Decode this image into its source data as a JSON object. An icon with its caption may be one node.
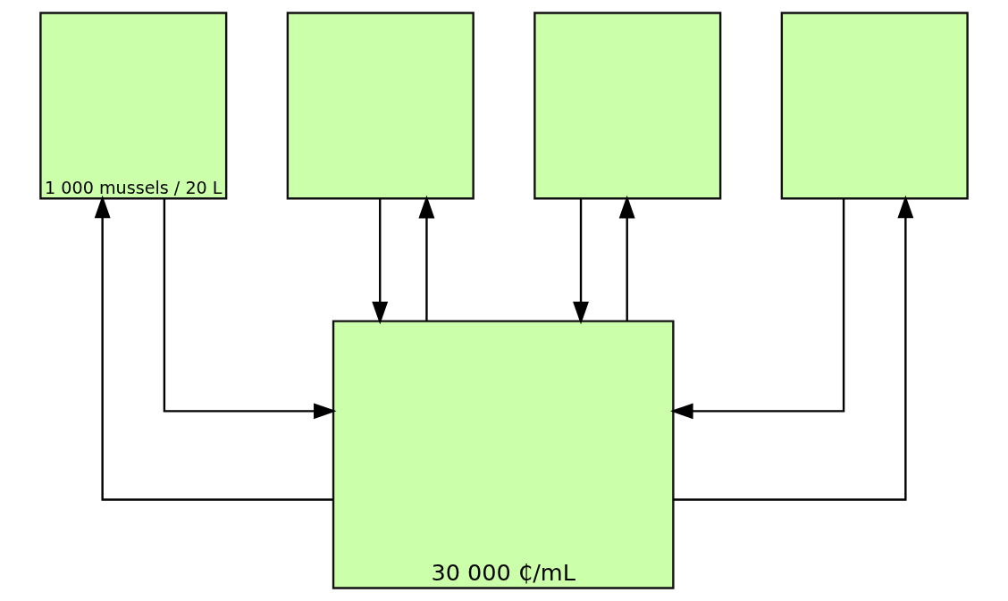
{
  "diagram": {
    "nodes": [
      {
        "text": [
          "1 000 mussels / 20 L"
        ]
      },
      {
        "text": [],
        "shape": "box"
      },
      {
        "text": [],
        "shape": "box"
      },
      {
        "text": [],
        "shape": "box"
      },
      {
        "text": [
          "30 000 ₵/mL"
        ]
      }
    ],
    "edges": [
      {
        "from": 0,
        "to": 4,
        "arrow": "to"
      },
      {
        "from": 1,
        "to": 4,
        "arrow": "to"
      },
      {
        "from": 2,
        "to": 4,
        "arrow": "to"
      },
      {
        "from": 3,
        "to": 4,
        "arrow": "to"
      },
      {
        "from": 4,
        "to": 0,
        "arrow": "to"
      },
      {
        "from": 4,
        "to": 1,
        "arrow": "to"
      },
      {
        "from": 4,
        "to": 2,
        "arrow": "to"
      },
      {
        "from": 4,
        "to": 3,
        "arrow": "to"
      }
    ]
  }
}
